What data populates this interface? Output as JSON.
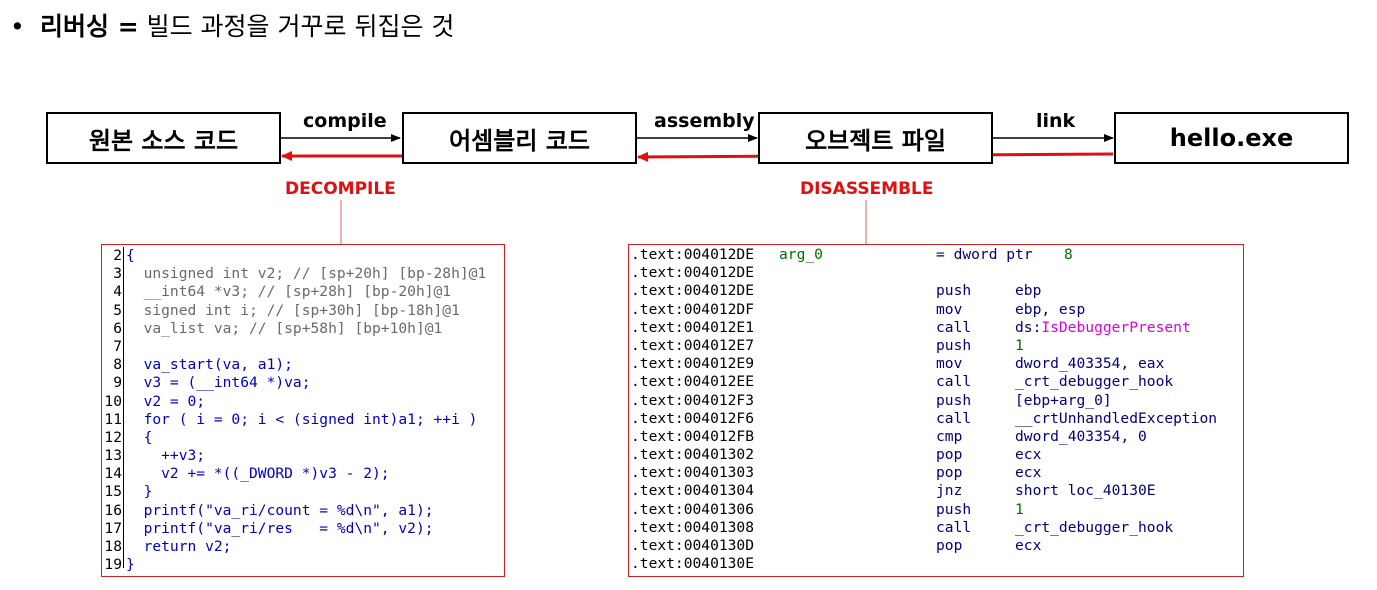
{
  "heading": {
    "bullet": "•",
    "bold": "리버싱 =",
    "rest": " 빌드 과정을 거꾸로 뒤집은 것"
  },
  "flow": {
    "boxes": [
      "원본 소스 코드",
      "어셈블리 코드",
      "오브젝트 파일",
      "hello.exe"
    ],
    "edges": [
      "compile",
      "assembly",
      "link"
    ],
    "reverse": [
      "DECOMPILE",
      "DISASSEMBLE"
    ]
  },
  "colors": {
    "accent_red": "#e01010",
    "code_blue": "#0000c8",
    "mnemonic_navy": "#000080",
    "number_green": "#008000",
    "api_magenta": "#e000e0"
  },
  "decompile_code": [
    {
      "n": "2",
      "t": "{"
    },
    {
      "n": "3",
      "t": "  unsigned int v2; // [sp+20h] [bp-28h]@1"
    },
    {
      "n": "4",
      "t": "  __int64 *v3; // [sp+28h] [bp-20h]@1"
    },
    {
      "n": "5",
      "t": "  signed int i; // [sp+30h] [bp-18h]@1"
    },
    {
      "n": "6",
      "t": "  va_list va; // [sp+58h] [bp+10h]@1"
    },
    {
      "n": "7",
      "t": ""
    },
    {
      "n": "8",
      "t": "  va_start(va, a1);"
    },
    {
      "n": "9",
      "t": "  v3 = (__int64 *)va;"
    },
    {
      "n": "10",
      "t": "  v2 = 0;"
    },
    {
      "n": "11",
      "t": "  for ( i = 0; i < (signed int)a1; ++i )"
    },
    {
      "n": "12",
      "t": "  {"
    },
    {
      "n": "13",
      "t": "    ++v3;"
    },
    {
      "n": "14",
      "t": "    v2 += *((_DWORD *)v3 - 2);"
    },
    {
      "n": "15",
      "t": "  }"
    },
    {
      "n": "16",
      "t": "  printf(\"va_ri/count = %d\\n\", a1);"
    },
    {
      "n": "17",
      "t": "  printf(\"va_ri/res   = %d\\n\", v2);"
    },
    {
      "n": "18",
      "t": "  return v2;"
    },
    {
      "n": "19",
      "t": "}"
    }
  ],
  "disassembly": [
    {
      "addr": ".text:004012DE",
      "label": "arg_0",
      "mn": "= dword ptr",
      "op": "8"
    },
    {
      "addr": ".text:004012DE",
      "label": "",
      "mn": "",
      "op": ""
    },
    {
      "addr": ".text:004012DE",
      "label": "",
      "mn": "push",
      "op": "ebp"
    },
    {
      "addr": ".text:004012DF",
      "label": "",
      "mn": "mov",
      "op": "ebp, esp"
    },
    {
      "addr": ".text:004012E1",
      "label": "",
      "mn": "call",
      "op": "ds:IsDebuggerPresent"
    },
    {
      "addr": ".text:004012E7",
      "label": "",
      "mn": "push",
      "op": "1"
    },
    {
      "addr": ".text:004012E9",
      "label": "",
      "mn": "mov",
      "op": "dword_403354, eax"
    },
    {
      "addr": ".text:004012EE",
      "label": "",
      "mn": "call",
      "op": "_crt_debugger_hook"
    },
    {
      "addr": ".text:004012F3",
      "label": "",
      "mn": "push",
      "op": "[ebp+arg_0]"
    },
    {
      "addr": ".text:004012F6",
      "label": "",
      "mn": "call",
      "op": "__crtUnhandledException"
    },
    {
      "addr": ".text:004012FB",
      "label": "",
      "mn": "cmp",
      "op": "dword_403354, 0"
    },
    {
      "addr": ".text:00401302",
      "label": "",
      "mn": "pop",
      "op": "ecx"
    },
    {
      "addr": ".text:00401303",
      "label": "",
      "mn": "pop",
      "op": "ecx"
    },
    {
      "addr": ".text:00401304",
      "label": "",
      "mn": "jnz",
      "op": "short loc_40130E"
    },
    {
      "addr": ".text:00401306",
      "label": "",
      "mn": "push",
      "op": "1"
    },
    {
      "addr": ".text:00401308",
      "label": "",
      "mn": "call",
      "op": "_crt_debugger_hook"
    },
    {
      "addr": ".text:0040130D",
      "label": "",
      "mn": "pop",
      "op": "ecx"
    },
    {
      "addr": ".text:0040130E",
      "label": "",
      "mn": "",
      "op": ""
    }
  ]
}
